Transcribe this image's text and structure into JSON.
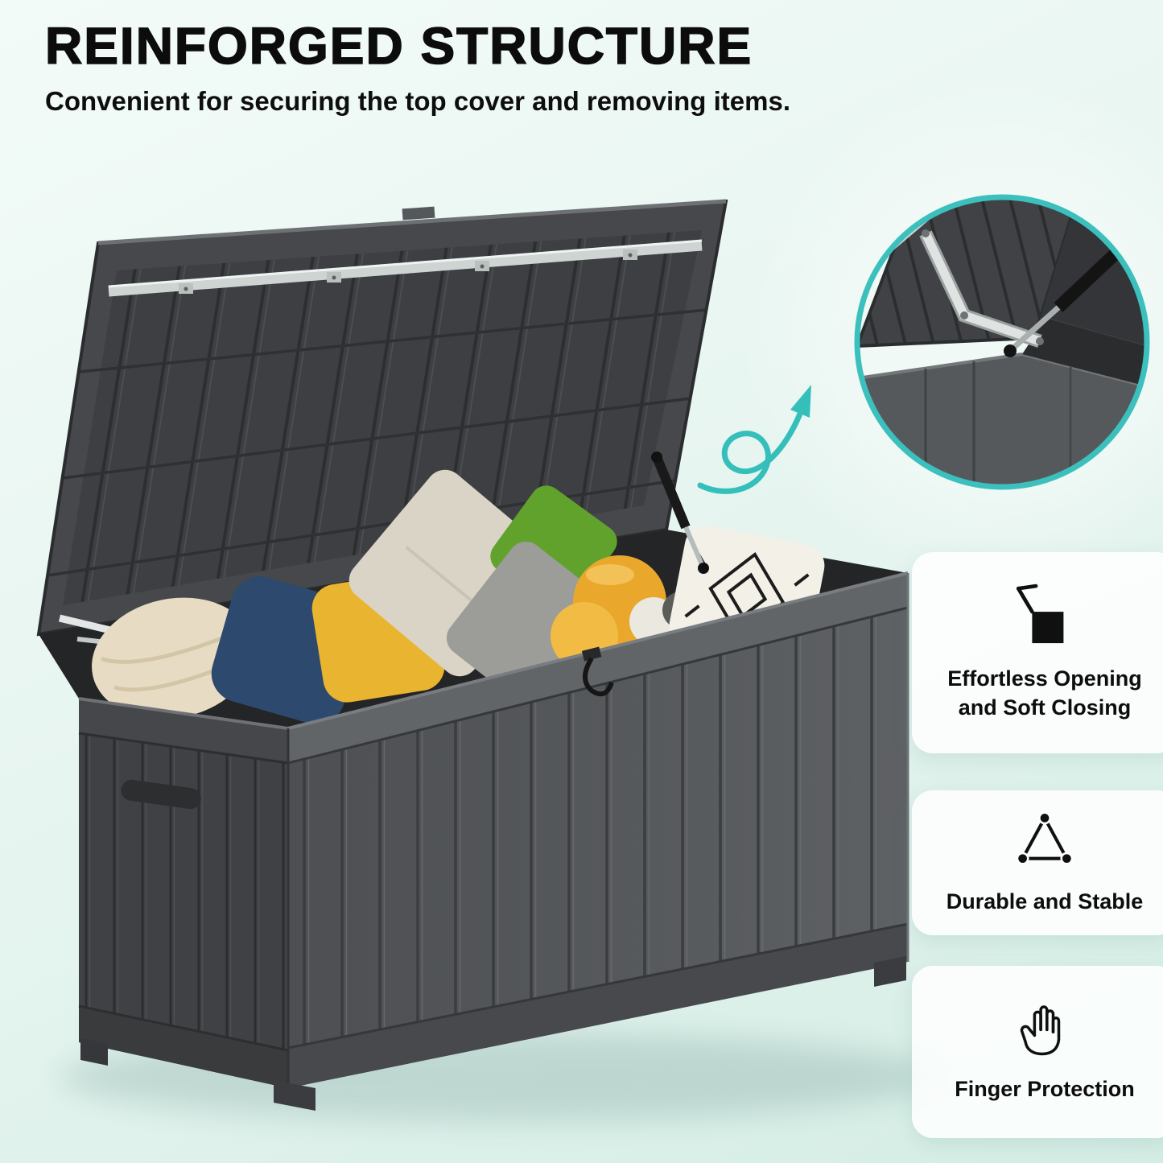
{
  "header": {
    "title": "REINFORGED STRUCTURE",
    "subtitle": "Convenient for securing the top cover and removing items."
  },
  "features": [
    {
      "id": "effortless-opening",
      "label": "Effortless Opening and Soft Closing",
      "icon": "box-lid-opening-icon"
    },
    {
      "id": "durable-stable",
      "label": "Durable and Stable",
      "icon": "triangle-stability-icon"
    },
    {
      "id": "finger-protection",
      "label": "Finger Protection",
      "icon": "open-hand-icon"
    }
  ],
  "colors": {
    "accent_teal": "#3cc0bd",
    "box_gray": "#505356",
    "background_mint": "#e6f4ef",
    "heading_black": "#0c0c0c"
  }
}
